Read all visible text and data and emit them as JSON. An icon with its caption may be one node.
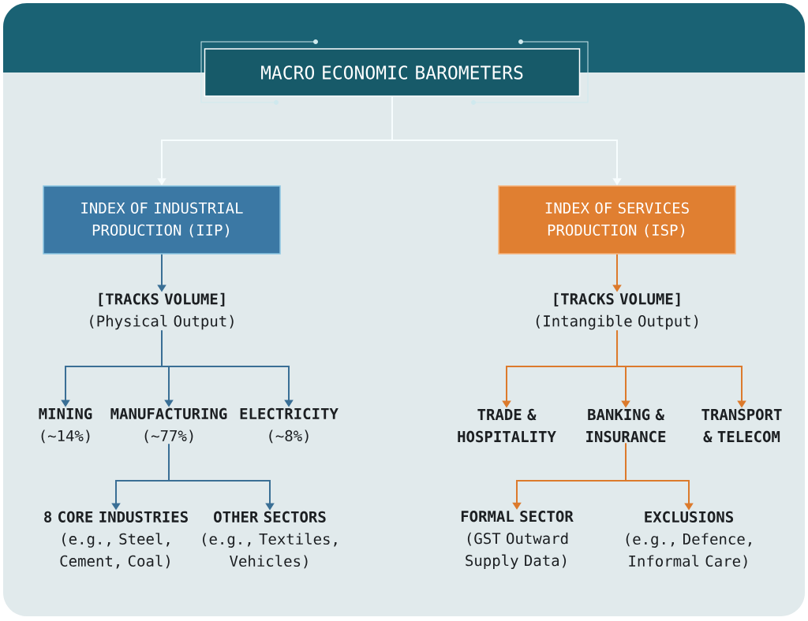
{
  "diagram": {
    "nodes": [
      {
        "text": [
          "MACRO ECONOMIC BAROMETERS"
        ]
      },
      {
        "text": [
          "INDEX OF INDUSTRIAL PRODUCTION (IIP)"
        ]
      },
      {
        "text": [
          "INDEX OF SERVICES PRODUCTION (ISP)"
        ]
      },
      {
        "text": [
          "[TRACKS VOLUME]",
          "(Physical Output)"
        ]
      },
      {
        "text": [
          "MINING",
          "(~14%)"
        ]
      },
      {
        "text": [
          "MANUFACTURING",
          "(~77%)"
        ]
      },
      {
        "text": [
          "ELECTRICITY",
          "(~8%)"
        ]
      },
      {
        "text": [
          "8 CORE INDUSTRIES",
          "(e.g., Steel, Cement, Coal)"
        ]
      },
      {
        "text": [
          "OTHER SECTORS",
          "(e.g., Textiles, Vehicles)"
        ]
      },
      {
        "text": [
          "[TRACKS VOLUME]",
          "(Intangible Output)"
        ]
      },
      {
        "text": [
          "TRADE & HOSPITALITY"
        ]
      },
      {
        "text": [
          "BANKING & INSURANCE"
        ]
      },
      {
        "text": [
          "TRANSPORT & TELECOM"
        ]
      },
      {
        "text": [
          "FORMAL SECTOR",
          "(GST Outward Supply Data)"
        ]
      },
      {
        "text": [
          "EXCLUSIONS",
          "(e.g., Defence, Informal Care)"
        ]
      }
    ],
    "edges": [
      {
        "from": 0,
        "to": 1,
        "arrow": "to",
        "color": "#f7fdfe"
      },
      {
        "from": 0,
        "to": 2,
        "arrow": "to",
        "color": "#f7fdfe"
      },
      {
        "from": 1,
        "to": 3,
        "arrow": "to"
      },
      {
        "from": 3,
        "to": 4,
        "arrow": "to"
      },
      {
        "from": 3,
        "to": 5,
        "arrow": "to"
      },
      {
        "from": 3,
        "to": 6,
        "arrow": "to"
      },
      {
        "from": 5,
        "to": 7,
        "arrow": "to"
      },
      {
        "from": 5,
        "to": 8,
        "arrow": "to"
      },
      {
        "from": 2,
        "to": 9,
        "arrow": "to",
        "color": "#dc7a2c"
      },
      {
        "from": 9,
        "to": 10,
        "arrow": "to",
        "color": "#dc7a2c"
      },
      {
        "from": 9,
        "to": 11,
        "arrow": "to",
        "color": "#dc7a2c"
      },
      {
        "from": 9,
        "to": 12,
        "arrow": "to",
        "color": "#dc7a2c"
      },
      {
        "from": 11,
        "to": 13,
        "arrow": "to",
        "color": "#dc7a2c"
      },
      {
        "from": 11,
        "to": 14,
        "arrow": "to",
        "color": "#dc7a2c"
      }
    ]
  }
}
